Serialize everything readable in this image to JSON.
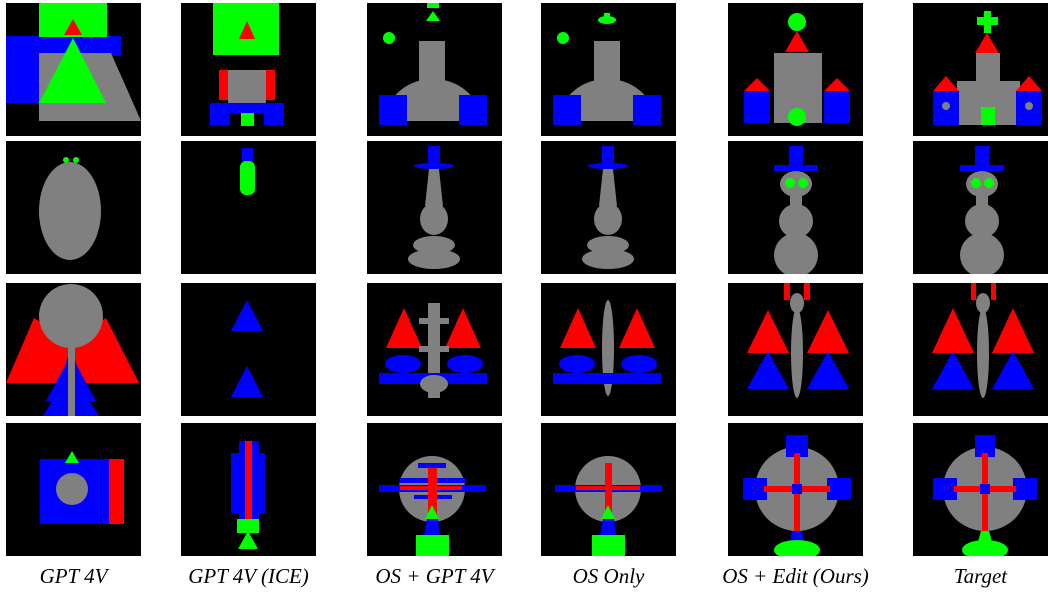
{
  "columns": [
    {
      "caption": "GPT 4V"
    },
    {
      "caption": "GPT 4V (ICE)"
    },
    {
      "caption": "OS + GPT 4V"
    },
    {
      "caption": "OS Only"
    },
    {
      "caption": "OS + Edit (Ours)"
    },
    {
      "caption": "Target"
    }
  ],
  "colors": {
    "background": "#000000",
    "gray": "#808080",
    "red": "#ff0000",
    "green": "#00ff00",
    "blue": "#0000ff"
  }
}
